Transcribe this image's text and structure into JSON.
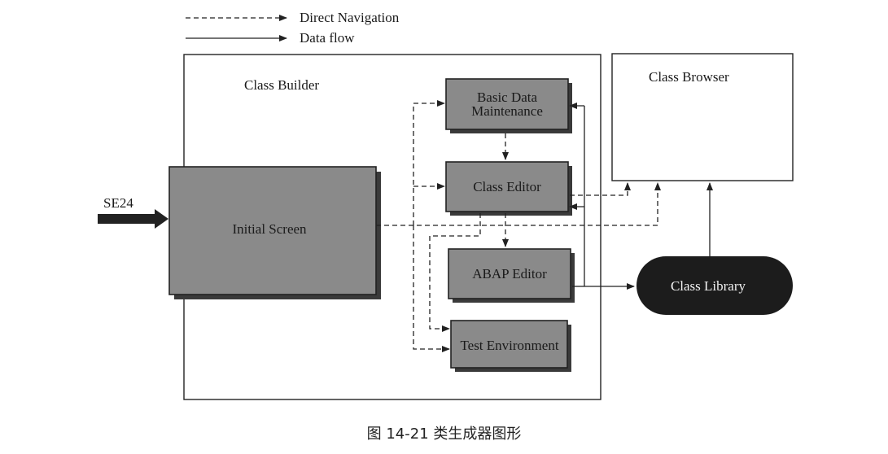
{
  "legend": {
    "direct_navigation": "Direct Navigation",
    "data_flow": "Data flow"
  },
  "class_builder": {
    "title": "Class Builder"
  },
  "class_browser": {
    "title": "Class Browser"
  },
  "entry": {
    "label": "SE24"
  },
  "nodes": {
    "initial_screen": "Initial Screen",
    "basic_data_line1": "Basic Data",
    "basic_data_line2": "Maintenance",
    "class_editor": "Class Editor",
    "abap_editor": "ABAP Editor",
    "test_environment": "Test Environment",
    "class_library": "Class Library"
  },
  "caption": "图 14-21   类生成器图形"
}
